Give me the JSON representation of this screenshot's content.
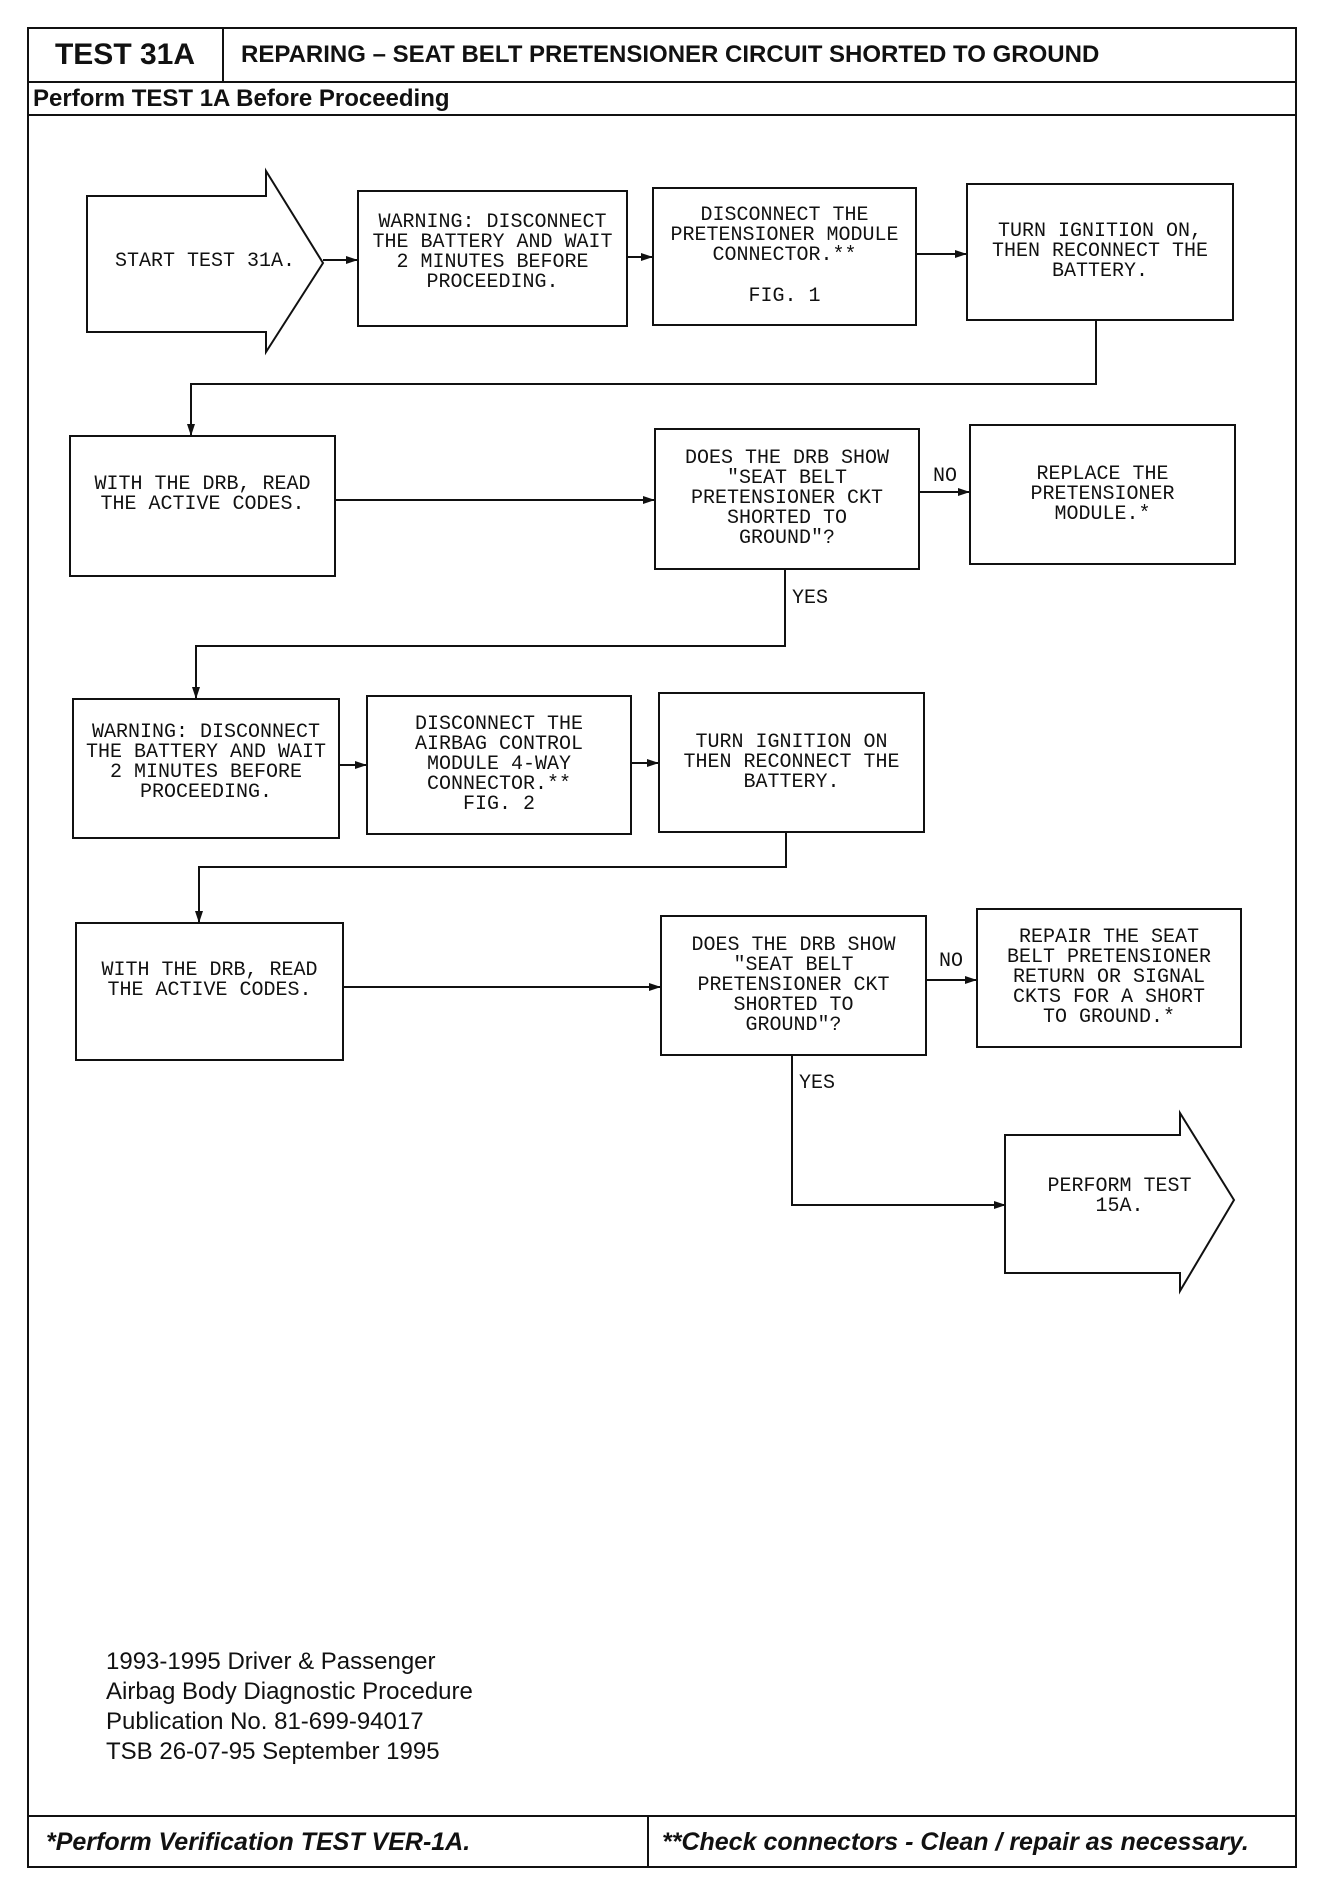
{
  "header": {
    "test_id": "TEST 31A",
    "title": "REPARING – SEAT BELT PRETENSIONER CIRCUIT SHORTED TO GROUND",
    "prerequisite": "Perform TEST 1A Before Proceeding"
  },
  "flowchart": {
    "start": [
      "START TEST 31A."
    ],
    "warning_1": [
      "WARNING: DISCONNECT",
      "THE BATTERY AND WAIT",
      "2 MINUTES BEFORE",
      "PROCEEDING."
    ],
    "disconnect_pretensioner": [
      "DISCONNECT THE",
      "PRETENSIONER MODULE",
      "CONNECTOR.**",
      "FIG. 1"
    ],
    "ignition_on_1": [
      "TURN IGNITION ON,",
      "THEN RECONNECT THE",
      "BATTERY."
    ],
    "read_codes_1": [
      "WITH THE DRB, READ",
      "THE ACTIVE CODES."
    ],
    "decision_1": [
      "DOES THE DRB SHOW",
      "\"SEAT BELT",
      "PRETENSIONER CKT",
      "SHORTED TO",
      "GROUND\"?"
    ],
    "replace_module": [
      "REPLACE THE",
      "PRETENSIONER",
      "MODULE.*"
    ],
    "warning_2": [
      "WARNING: DISCONNECT",
      "THE BATTERY AND WAIT",
      "2 MINUTES BEFORE",
      "PROCEEDING."
    ],
    "disconnect_acm": [
      "DISCONNECT THE",
      "AIRBAG CONTROL",
      "MODULE 4-WAY",
      "CONNECTOR.**",
      "FIG. 2"
    ],
    "ignition_on_2": [
      "TURN IGNITION ON",
      "THEN RECONNECT THE",
      "BATTERY."
    ],
    "read_codes_2": [
      "WITH THE DRB, READ",
      "THE ACTIVE CODES."
    ],
    "decision_2": [
      "DOES THE DRB SHOW",
      "\"SEAT BELT",
      "PRETENSIONER CKT",
      "SHORTED TO",
      "GROUND\"?"
    ],
    "repair_circuit": [
      "REPAIR THE SEAT",
      "BELT PRETENSIONER",
      "RETURN OR SIGNAL",
      "CKTS FOR A SHORT",
      "TO GROUND.*"
    ],
    "end": [
      "PERFORM TEST",
      "15A."
    ]
  },
  "branches": {
    "decision_1_no": "NO",
    "decision_1_yes": "YES",
    "decision_2_no": "NO",
    "decision_2_yes": "YES"
  },
  "publication": [
    "1993-1995 Driver & Passenger",
    "Airbag Body Diagnostic Procedure",
    "Publication No. 81-699-94017",
    "TSB 26-07-95 September 1995"
  ],
  "footer": {
    "left": "*Perform Verification TEST VER-1A.",
    "right": "**Check connectors - Clean / repair as necessary."
  }
}
